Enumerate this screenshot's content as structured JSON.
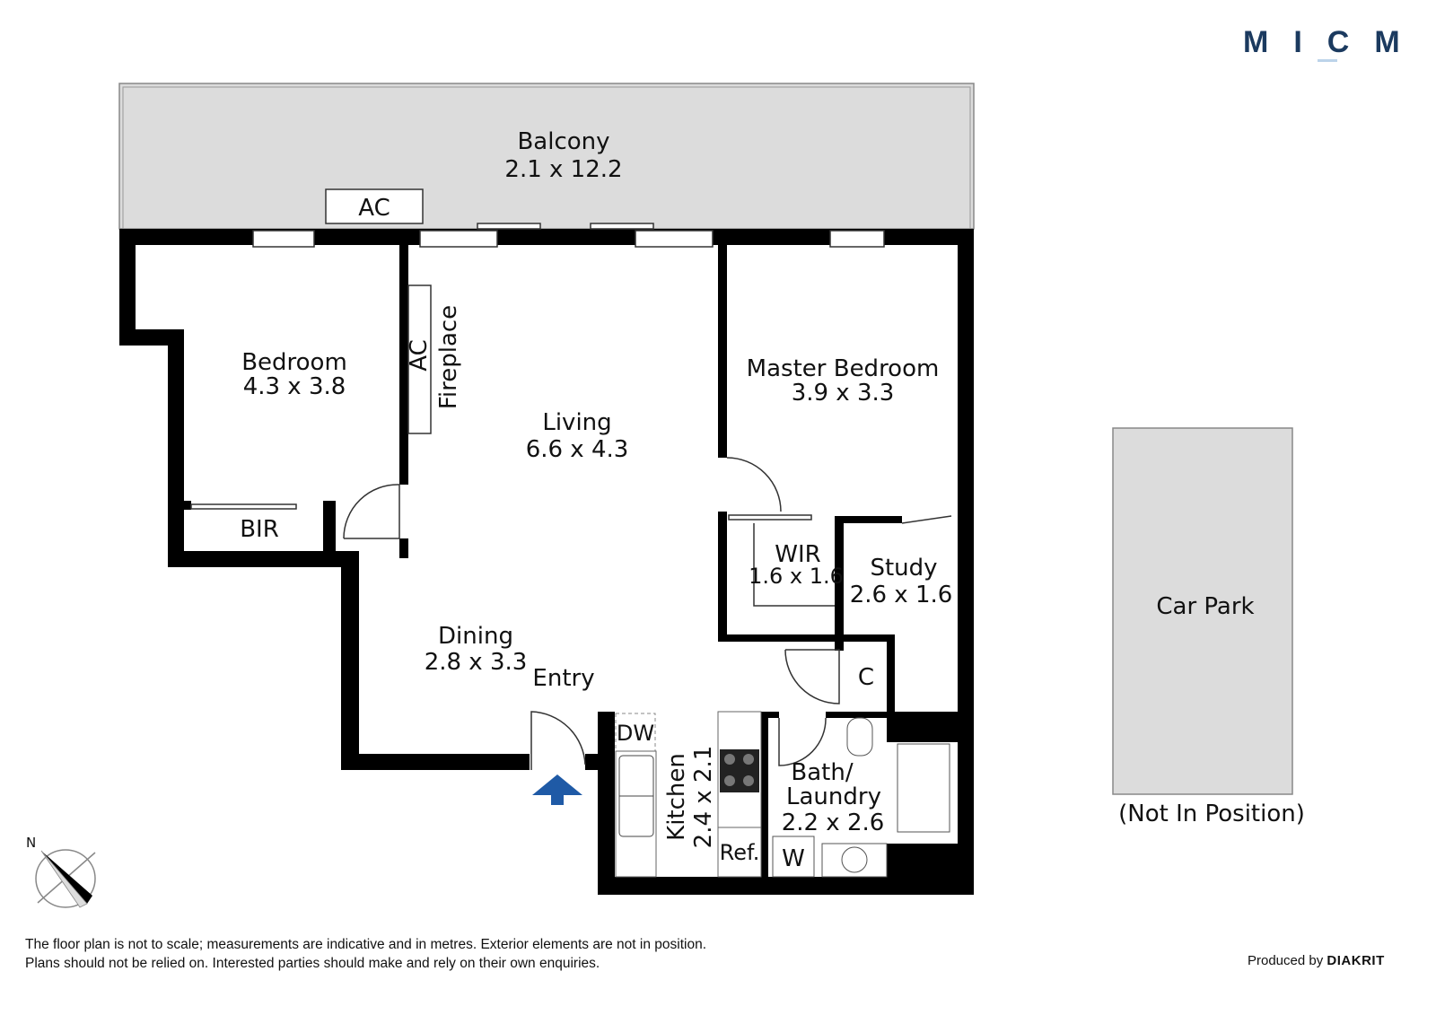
{
  "brand": {
    "logo": "MICM",
    "logo_color": "#1b3a5f",
    "produced_by_prefix": "Produced by",
    "produced_by_brand": "DIAKRIT"
  },
  "rooms": {
    "balcony": {
      "name": "Balcony",
      "size": "2.1 x 12.2"
    },
    "balcony_ac": "AC",
    "bedroom": {
      "name": "Bedroom",
      "size": "4.3 x 3.8"
    },
    "bir": "BIR",
    "ac_wall": "AC",
    "fireplace": "Fireplace",
    "living": {
      "name": "Living",
      "size": "6.6 x 4.3"
    },
    "master": {
      "name": "Master Bedroom",
      "size": "3.9 x 3.3"
    },
    "wir": {
      "name": "WIR",
      "size": "1.6 x 1.6"
    },
    "study": {
      "name": "Study",
      "size": "2.6 x 1.6"
    },
    "dining": {
      "name": "Dining",
      "size": "2.8 x 3.3"
    },
    "entry": "Entry",
    "closet": "C",
    "kitchen": {
      "name": "Kitchen",
      "size": "2.4 x 2.1"
    },
    "dw": "DW",
    "ref": "Ref.",
    "bath": {
      "name_line1": "Bath/",
      "name_line2": "Laundry",
      "size": "2.2 x 2.6"
    },
    "washer": "W",
    "car_park": {
      "name": "Car Park",
      "note": "(Not In Position)"
    }
  },
  "compass": {
    "label": "N"
  },
  "entry_arrow_color": "#1f5aa6",
  "disclaimer": {
    "line1": "The floor plan is not to scale; measurements are indicative and in metres. Exterior elements are not in position.",
    "line2": "Plans should not be relied on. Interested parties should make and rely on their own enquiries."
  }
}
